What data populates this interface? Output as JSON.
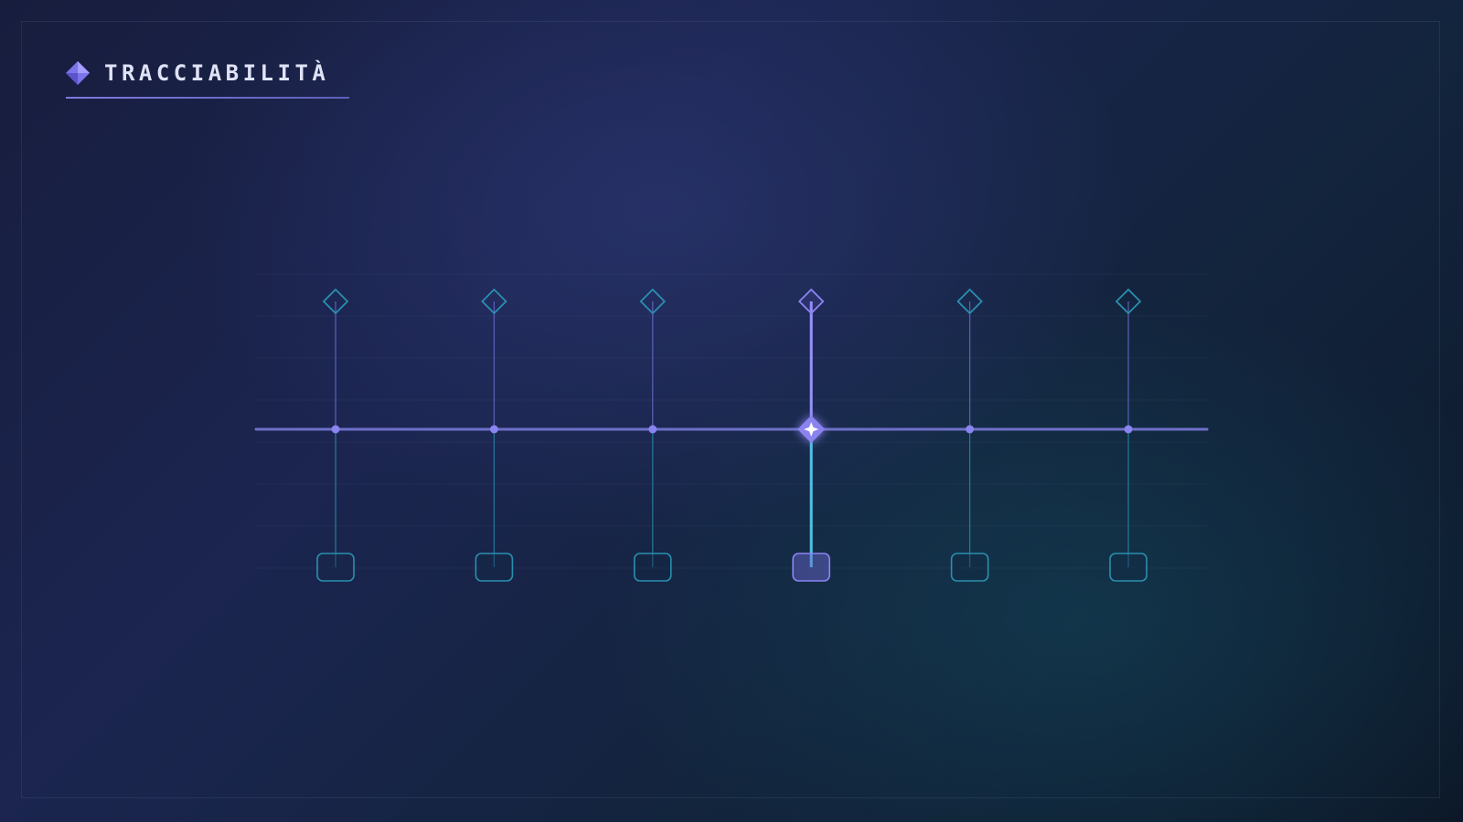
{
  "title": {
    "text": "TRACCIABILITÀ",
    "icon": "diamond-icon"
  },
  "timeline": {
    "active_index": 3,
    "nodes": [
      {
        "label": "",
        "state": "inactive"
      },
      {
        "label": "",
        "state": "inactive"
      },
      {
        "label": "",
        "state": "inactive"
      },
      {
        "label": "",
        "state": "active"
      },
      {
        "label": "",
        "state": "inactive"
      },
      {
        "label": "",
        "state": "inactive"
      }
    ]
  },
  "colors": {
    "accent": "#8b83f0",
    "teal": "#2a8fae",
    "active_glow": "#a9a2ff",
    "title_text": "#dfe3f6"
  }
}
